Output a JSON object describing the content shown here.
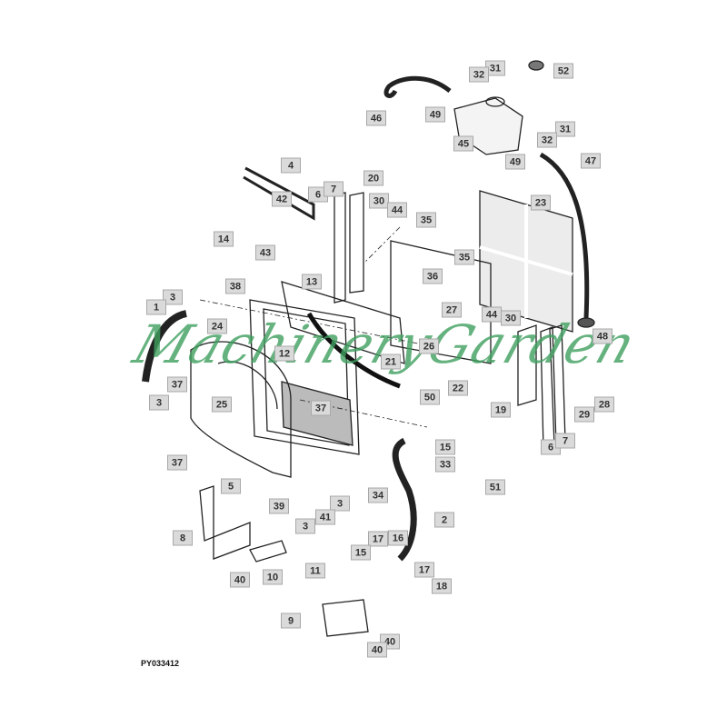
{
  "figure_id": "PY033412",
  "watermark": "MachineryGarden",
  "callouts": [
    "31",
    "52",
    "32",
    "46",
    "49",
    "45",
    "31",
    "32",
    "49",
    "47",
    "4",
    "6",
    "7",
    "20",
    "42",
    "30",
    "44",
    "23",
    "35",
    "14",
    "35",
    "43",
    "13",
    "36",
    "38",
    "3",
    "1",
    "27",
    "44",
    "30",
    "24",
    "48",
    "26",
    "12",
    "21",
    "37",
    "22",
    "37",
    "50",
    "3",
    "25",
    "19",
    "28",
    "29",
    "6",
    "7",
    "15",
    "37",
    "33",
    "5",
    "51",
    "34",
    "3",
    "39",
    "41",
    "3",
    "2",
    "8",
    "17",
    "16",
    "15",
    "17",
    "10",
    "40",
    "18",
    "11",
    "9",
    "40",
    "40"
  ]
}
